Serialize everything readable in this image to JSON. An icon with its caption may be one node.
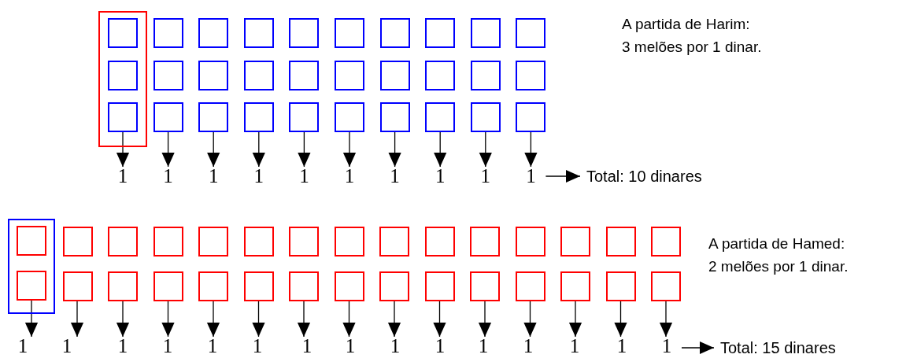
{
  "diagram": {
    "nodes": [
      {
        "text": [],
        "shape": "box"
      },
      {
        "text": [],
        "shape": "box",
        "in": 0
      },
      {
        "text": [],
        "shape": "box"
      },
      {
        "text": [],
        "shape": "box"
      },
      {
        "text": [],
        "shape": "box"
      },
      {
        "text": [],
        "shape": "box"
      },
      {
        "text": [],
        "shape": "box"
      },
      {
        "text": [],
        "shape": "box"
      },
      {
        "text": [],
        "shape": "box"
      },
      {
        "text": [],
        "shape": "box"
      },
      {
        "text": [],
        "shape": "box"
      },
      {
        "text": [],
        "shape": "box",
        "in": 0
      },
      {
        "text": [],
        "shape": "box"
      },
      {
        "text": [],
        "shape": "box"
      },
      {
        "text": [],
        "shape": "box"
      },
      {
        "text": [],
        "shape": "box"
      },
      {
        "text": [],
        "shape": "box"
      },
      {
        "text": [],
        "shape": "box"
      },
      {
        "text": [],
        "shape": "box"
      },
      {
        "text": [],
        "shape": "box"
      },
      {
        "text": [],
        "shape": "box"
      },
      {
        "text": [],
        "shape": "box",
        "in": 0
      },
      {
        "text": [],
        "shape": "box"
      },
      {
        "text": [],
        "shape": "box"
      },
      {
        "text": [],
        "shape": "box"
      },
      {
        "text": [],
        "shape": "box"
      },
      {
        "text": [],
        "shape": "box"
      },
      {
        "text": [],
        "shape": "box"
      },
      {
        "text": [],
        "shape": "box"
      },
      {
        "text": [],
        "shape": "box"
      },
      {
        "text": [],
        "shape": "box"
      },
      {
        "text": [
          "1"
        ]
      },
      {
        "text": [
          "1"
        ]
      },
      {
        "text": [
          "1"
        ]
      },
      {
        "text": [
          "1"
        ]
      },
      {
        "text": [
          "1"
        ]
      },
      {
        "text": [
          "1"
        ]
      },
      {
        "text": [
          "1"
        ]
      },
      {
        "text": [
          "1"
        ]
      },
      {
        "text": [
          "1"
        ]
      },
      {
        "text": [
          "1"
        ]
      },
      {
        "text": [
          "Total: 10 dinares"
        ]
      },
      {
        "text": [],
        "shape": "box"
      },
      {
        "text": [],
        "shape": "box",
        "in": 42
      },
      {
        "text": [],
        "shape": "box"
      },
      {
        "text": [],
        "shape": "box"
      },
      {
        "text": [],
        "shape": "box"
      },
      {
        "text": [],
        "shape": "box"
      },
      {
        "text": [],
        "shape": "box"
      },
      {
        "text": [],
        "shape": "box"
      },
      {
        "text": [],
        "shape": "box"
      },
      {
        "text": [],
        "shape": "box"
      },
      {
        "text": [],
        "shape": "box"
      },
      {
        "text": [],
        "shape": "box"
      },
      {
        "text": [],
        "shape": "box"
      },
      {
        "text": [],
        "shape": "box"
      },
      {
        "text": [],
        "shape": "box"
      },
      {
        "text": [],
        "shape": "box"
      },
      {
        "text": [],
        "shape": "box",
        "in": 42
      },
      {
        "text": [],
        "shape": "box"
      },
      {
        "text": [],
        "shape": "box"
      },
      {
        "text": [],
        "shape": "box"
      },
      {
        "text": [],
        "shape": "box"
      },
      {
        "text": [],
        "shape": "box"
      },
      {
        "text": [],
        "shape": "box"
      },
      {
        "text": [],
        "shape": "box"
      },
      {
        "text": [],
        "shape": "box"
      },
      {
        "text": [],
        "shape": "box"
      },
      {
        "text": [],
        "shape": "box"
      },
      {
        "text": [],
        "shape": "box"
      },
      {
        "text": [],
        "shape": "box"
      },
      {
        "text": [],
        "shape": "box"
      },
      {
        "text": [],
        "shape": "box"
      },
      {
        "text": [
          "1"
        ]
      },
      {
        "text": [
          "1"
        ]
      },
      {
        "text": [
          "1"
        ]
      },
      {
        "text": [
          "1"
        ]
      },
      {
        "text": [
          "1"
        ]
      },
      {
        "text": [
          "1"
        ]
      },
      {
        "text": [
          "1"
        ]
      },
      {
        "text": [
          "1"
        ]
      },
      {
        "text": [
          "1"
        ]
      },
      {
        "text": [
          "1"
        ]
      },
      {
        "text": [
          "1"
        ]
      },
      {
        "text": [
          "1"
        ]
      },
      {
        "text": [
          "1"
        ]
      },
      {
        "text": [
          "1"
        ]
      },
      {
        "text": [
          "1"
        ]
      },
      {
        "text": [
          "Total: 15 dinares"
        ]
      }
    ],
    "edges": [
      {
        "from": 21,
        "to": 31,
        "arrow": "to"
      },
      {
        "from": 22,
        "to": 32,
        "arrow": "to"
      },
      {
        "from": 23,
        "to": 33,
        "arrow": "to"
      },
      {
        "from": 24,
        "to": 34,
        "arrow": "to"
      },
      {
        "from": 25,
        "to": 35,
        "arrow": "to"
      },
      {
        "from": 26,
        "to": 36,
        "arrow": "to"
      },
      {
        "from": 27,
        "to": 37,
        "arrow": "to"
      },
      {
        "from": 28,
        "to": 38,
        "arrow": "to"
      },
      {
        "from": 29,
        "to": 39,
        "arrow": "to"
      },
      {
        "from": 30,
        "to": 40,
        "arrow": "to"
      },
      {
        "from": 40,
        "to": 41,
        "arrow": "to"
      },
      {
        "from": 58,
        "to": 73,
        "arrow": "to"
      },
      {
        "from": 59,
        "to": 74,
        "arrow": "to"
      },
      {
        "from": 60,
        "to": 75,
        "arrow": "to"
      },
      {
        "from": 61,
        "to": 76,
        "arrow": "to"
      },
      {
        "from": 62,
        "to": 77,
        "arrow": "to"
      },
      {
        "from": 63,
        "to": 78,
        "arrow": "to"
      },
      {
        "from": 64,
        "to": 79,
        "arrow": "to"
      },
      {
        "from": 65,
        "to": 80,
        "arrow": "to"
      },
      {
        "from": 66,
        "to": 81,
        "arrow": "to"
      },
      {
        "from": 67,
        "to": 82,
        "arrow": "to"
      },
      {
        "from": 68,
        "to": 83,
        "arrow": "to"
      },
      {
        "from": 69,
        "to": 84,
        "arrow": "to"
      },
      {
        "from": 70,
        "to": 85,
        "arrow": "to"
      },
      {
        "from": 71,
        "to": 86,
        "arrow": "to"
      },
      {
        "from": 72,
        "to": 87,
        "arrow": "to"
      },
      {
        "from": 87,
        "to": 88,
        "arrow": "to"
      }
    ],
    "labels": [
      "A partida de Harim: 3 melões por 1 dinar.",
      "A partida de Hamed: 2 melões por 1 dinar."
    ]
  }
}
